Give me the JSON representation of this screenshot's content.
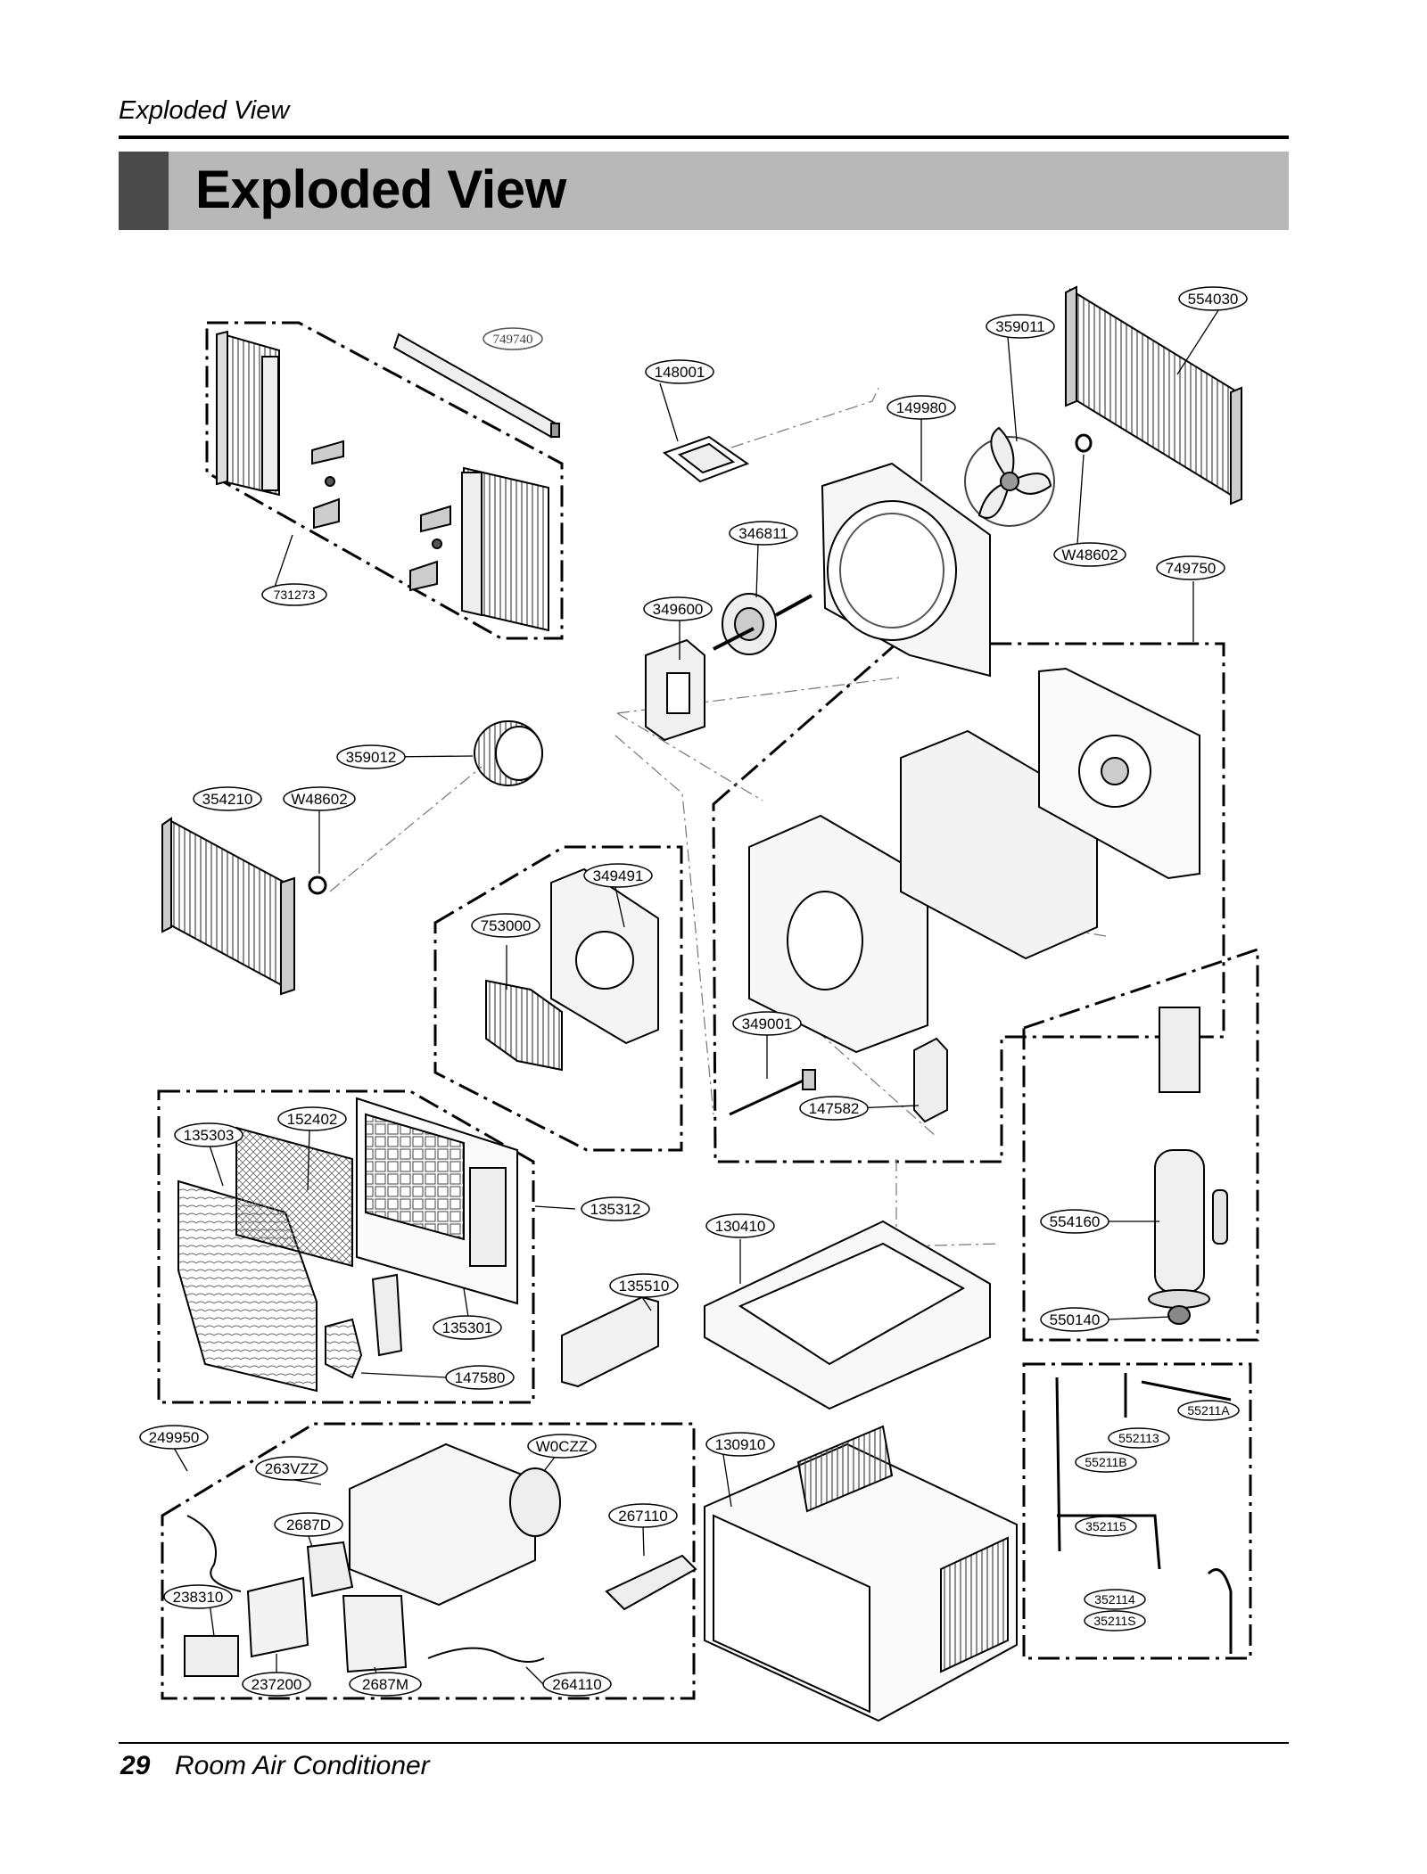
{
  "header": {
    "running_title": "Exploded View",
    "section_title": "Exploded View"
  },
  "footer": {
    "page_number": "29",
    "document_title": "Room Air Conditioner"
  },
  "part_labels": [
    "749740",
    "731273",
    "148001",
    "149980",
    "359011",
    "554030",
    "346811",
    "W48602",
    "749750",
    "349600",
    "359012",
    "354210",
    "W48602",
    "349491",
    "753000",
    "349001",
    "147582",
    "152402",
    "135303",
    "135312",
    "130410",
    "135510",
    "135301",
    "147580",
    "554160",
    "550140",
    "249950",
    "263VZZ",
    "W0CZZ",
    "130910",
    "2687D",
    "267110",
    "238310",
    "237200",
    "2687M",
    "264110",
    "55211A",
    "552113",
    "55211B",
    "352115",
    "352114",
    "35211S"
  ]
}
